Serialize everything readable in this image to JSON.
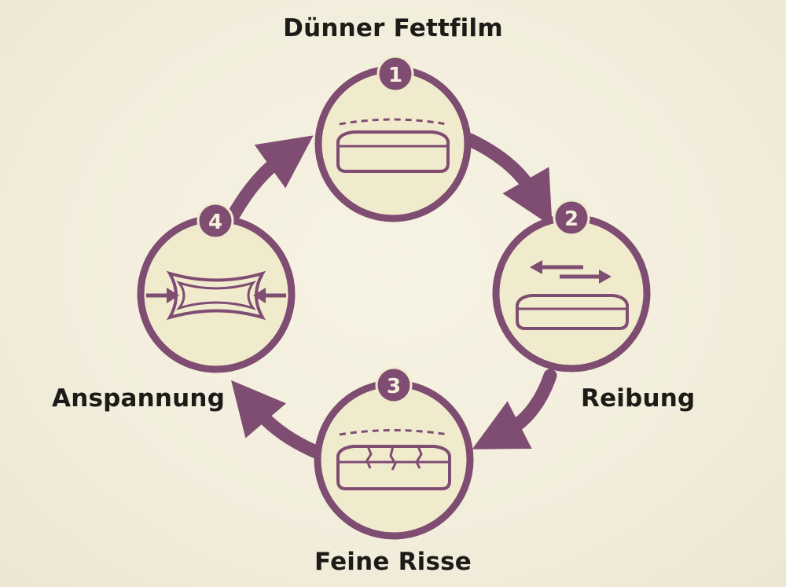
{
  "colors": {
    "accent": "#7f4c72",
    "circle_fill": "#f1ebcd",
    "background": "#f3efdf",
    "text": "#1c1b17"
  },
  "steps": [
    {
      "number": "1",
      "label": "Dünner Fettfilm",
      "icon": "grease-film-bar-icon"
    },
    {
      "number": "2",
      "label": "Reibung",
      "icon": "friction-arrows-icon"
    },
    {
      "number": "3",
      "label": "Feine Risse",
      "icon": "cracked-bar-icon"
    },
    {
      "number": "4",
      "label": "Anspannung",
      "icon": "compression-arrows-icon"
    }
  ]
}
